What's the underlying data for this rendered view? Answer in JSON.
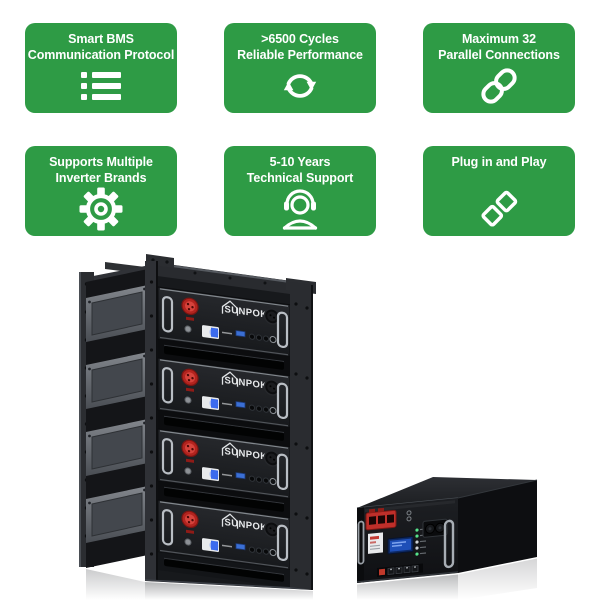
{
  "page": {
    "background_color": "#ffffff"
  },
  "feature_cards": {
    "accent_color": "#2e9b45",
    "text_color": "#ffffff",
    "items": [
      {
        "line1": "Smart BMS",
        "line2": "Communication Protocol",
        "icon": "list-icon"
      },
      {
        "line1": ">6500 Cycles",
        "line2": "Reliable Performance",
        "icon": "cycle-arrows-icon"
      },
      {
        "line1": "Maximum 32",
        "line2": "Parallel Connections",
        "icon": "chain-link-icon"
      },
      {
        "line1": "Supports Multiple",
        "line2": "Inverter Brands",
        "icon": "gear-icon"
      },
      {
        "line1": "5-10 Years",
        "line2": "Technical Support",
        "icon": "support-agent-icon"
      },
      {
        "line1": "Plug in and Play",
        "line2": "",
        "icon": "plug-connect-icon"
      }
    ]
  },
  "products": {
    "rack": {
      "brand": "SUNPOK",
      "module_count": 4
    }
  }
}
